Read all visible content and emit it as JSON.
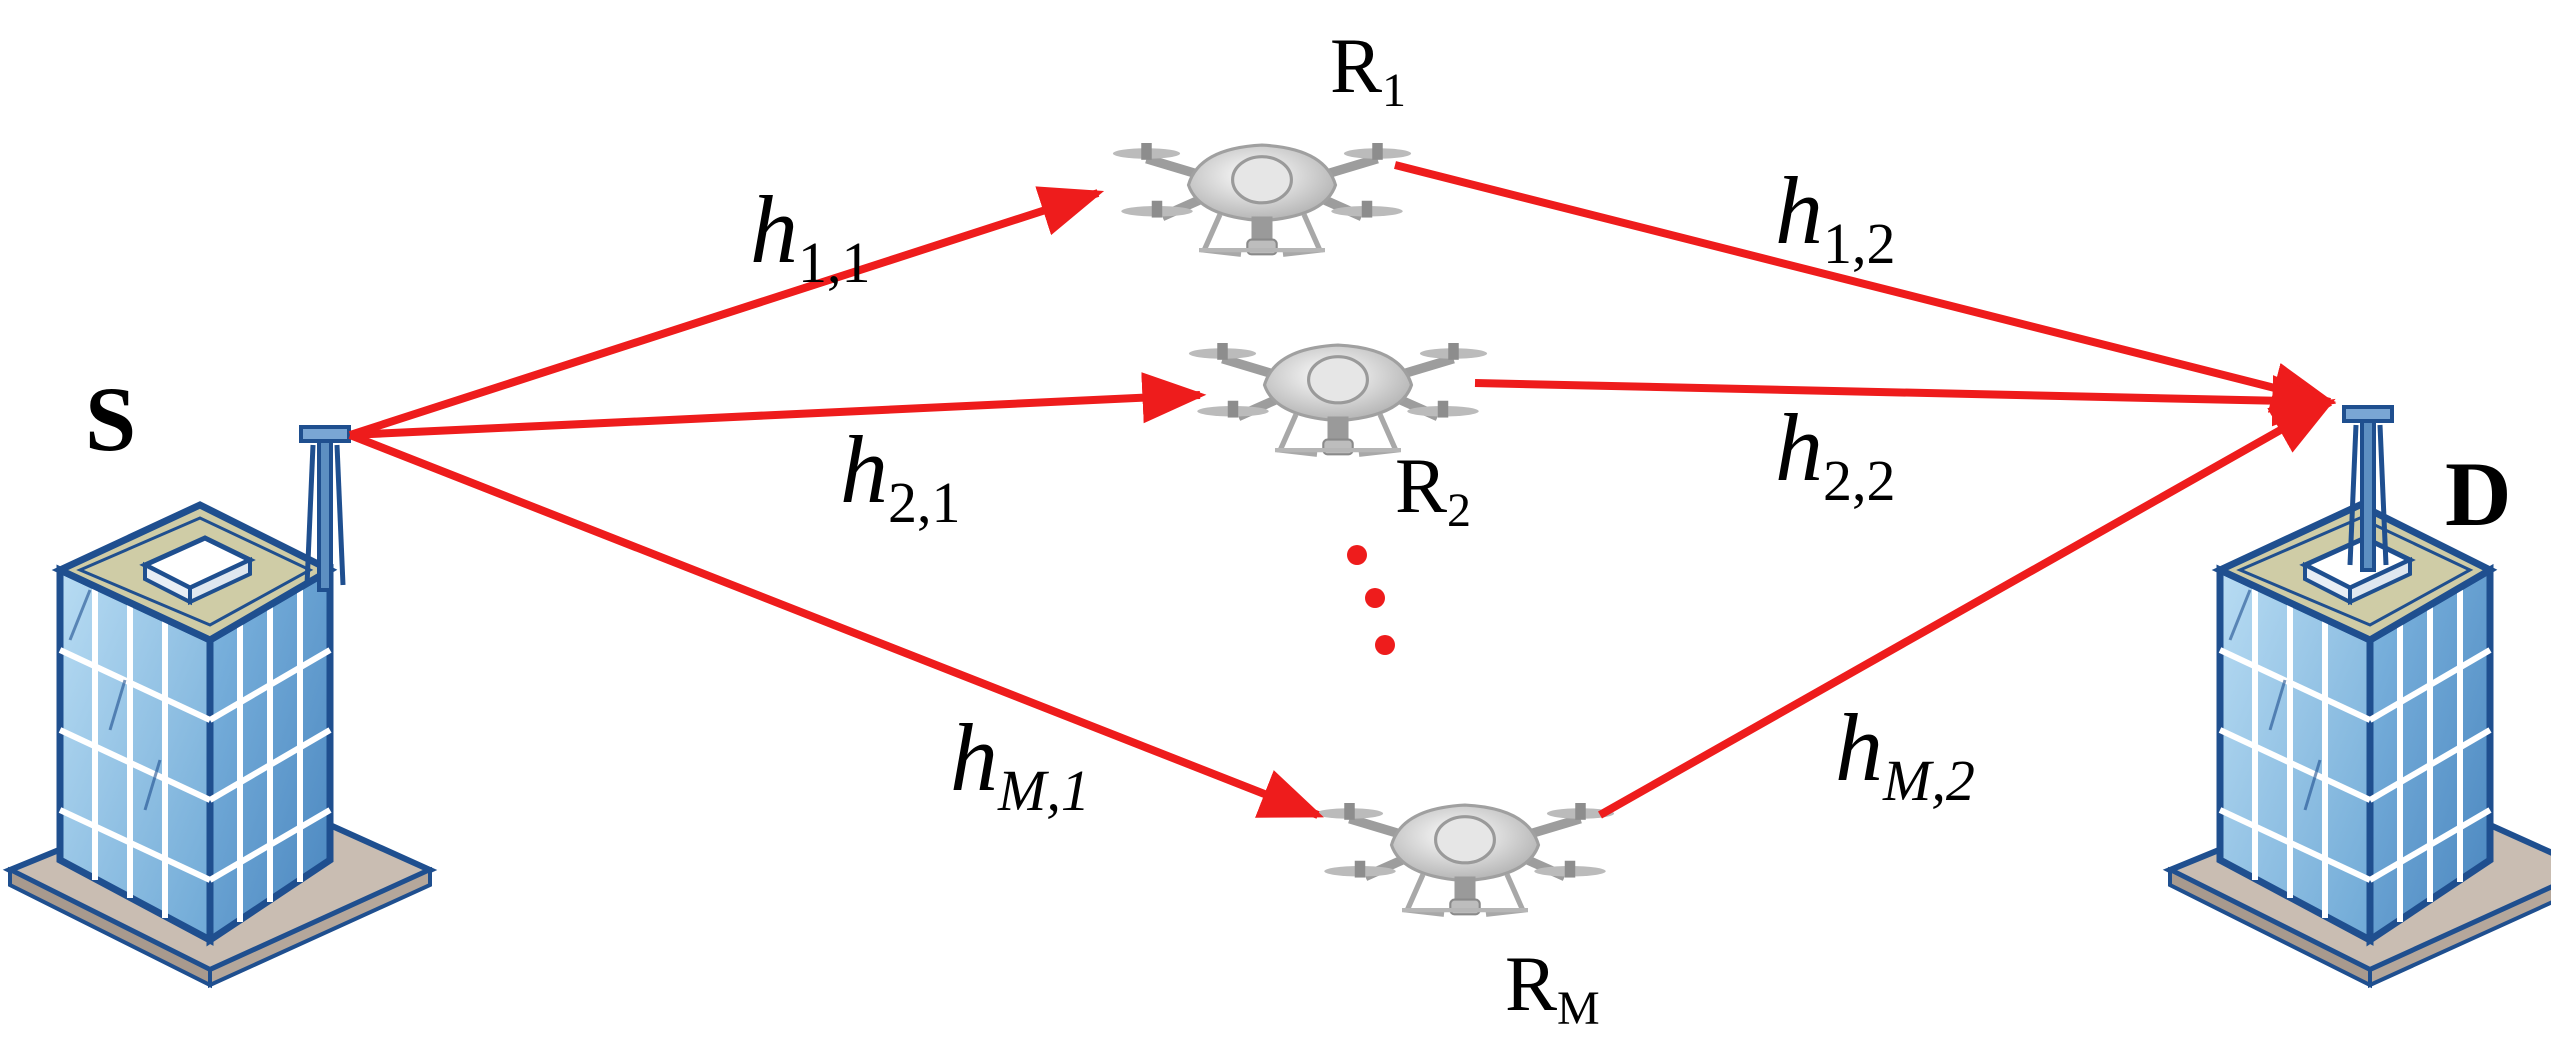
{
  "nodes": {
    "source": "S",
    "destination": "D",
    "relay_1": {
      "main": "R",
      "sub": "1"
    },
    "relay_2": {
      "main": "R",
      "sub": "2"
    },
    "relay_m": {
      "main": "R",
      "sub": "M"
    }
  },
  "channels": {
    "h11": {
      "main": "h",
      "sub": "1,1"
    },
    "h21": {
      "main": "h",
      "sub": "2,1"
    },
    "hM1": {
      "main": "h",
      "sub": "M,1"
    },
    "h12": {
      "main": "h",
      "sub": "1,2"
    },
    "h22": {
      "main": "h",
      "sub": "2,2"
    },
    "hM2": {
      "main": "h",
      "sub": "M,2"
    }
  },
  "colors": {
    "link": "#ee1c1c",
    "building_glass": "#8fc3e6",
    "building_frame": "#1f4f8f",
    "roof": "#c9c7a0",
    "base": "#c5b8ad",
    "drone": "#cfcfcf"
  },
  "icons": [
    "building-icon",
    "antenna-icon",
    "drone-icon",
    "ellipsis-dots"
  ]
}
